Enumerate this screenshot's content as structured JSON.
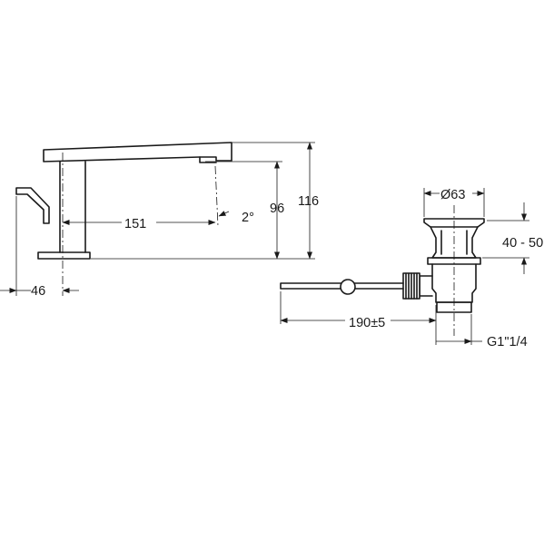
{
  "dimensions": {
    "lever_offset": "46",
    "spout_reach": "151",
    "spout_angle": "2°",
    "spout_height": "96",
    "overall_height": "116",
    "drain_diameter": "Ø63",
    "drain_thickness": "40 - 50",
    "rod_length": "190±5",
    "drain_thread": "G1\"1/4"
  },
  "colors": {
    "line": "#1a1a1a",
    "background": "#ffffff"
  }
}
